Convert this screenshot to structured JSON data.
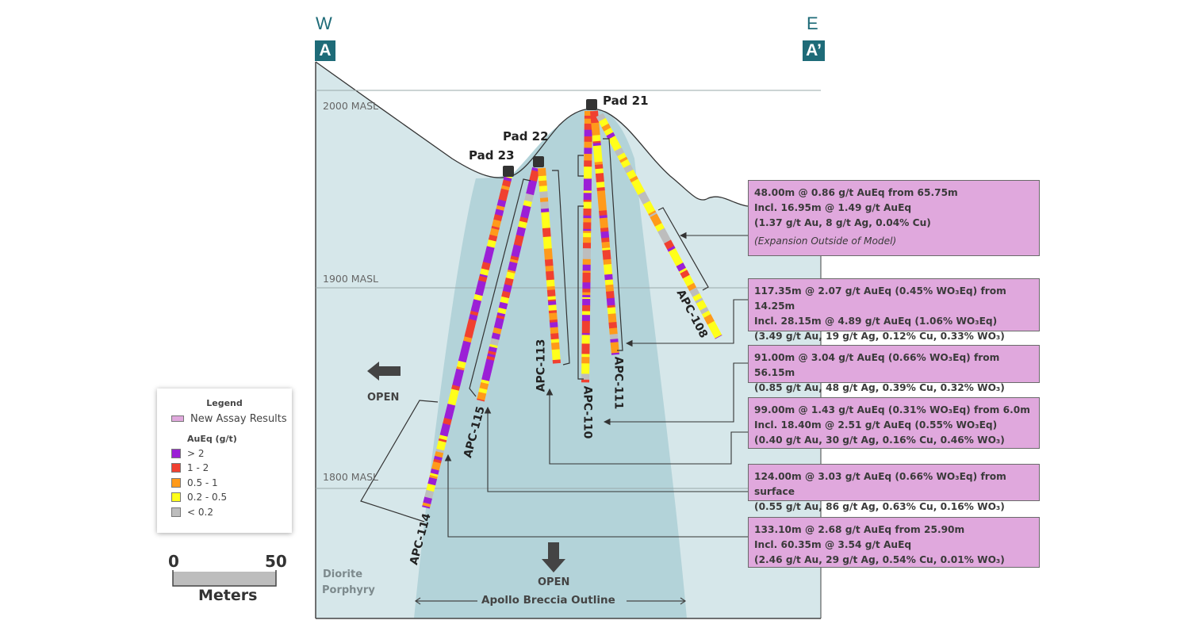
{
  "compass": {
    "west": "W",
    "east": "E",
    "section_start": "A",
    "section_end": "A’"
  },
  "elevations": [
    "2000 MASL",
    "1900 MASL",
    "1800 MASL"
  ],
  "pads": [
    "Pad 21",
    "Pad 22",
    "Pad 23"
  ],
  "holes": [
    "APC-114",
    "APC-115",
    "APC-113",
    "APC-110",
    "APC-111",
    "APC-108"
  ],
  "open_labels": {
    "west": "OPEN",
    "down": "OPEN"
  },
  "rock_label": {
    "line1": "Diorite",
    "line2": "Porphyry"
  },
  "breccia_label": "Apollo Breccia Outline",
  "callouts": [
    {
      "hole": "APC-108",
      "lines": [
        "48.00m @ 0.86 g/t AuEq from 65.75m",
        "Incl. 16.95m @ 1.49 g/t AuEq",
        "(1.37 g/t Au, 8 g/t Ag, 0.04% Cu)"
      ],
      "note": "(Expansion Outside of Model)"
    },
    {
      "hole": "APC-111",
      "lines": [
        "117.35m @ 2.07 g/t AuEq (0.45% WO₃Eq) from 14.25m",
        "Incl. 28.15m @ 4.89 g/t AuEq (1.06% WO₃Eq)",
        "(3.49 g/t Au, 19 g/t Ag, 0.12% Cu, 0.33% WO₃)"
      ]
    },
    {
      "hole": "APC-110",
      "lines": [
        "91.00m @ 3.04 g/t AuEq (0.66% WO₃Eq) from 56.15m",
        "(0.85 g/t Au, 48 g/t Ag, 0.39% Cu, 0.32% WO₃)"
      ]
    },
    {
      "hole": "APC-113",
      "lines": [
        "99.00m @ 1.43 g/t AuEq (0.31% WO₃Eq) from 6.0m",
        "Incl. 18.40m @ 2.51 g/t AuEq (0.55% WO₃Eq)",
        "(0.40 g/t Au, 30 g/t Ag, 0.16% Cu, 0.46% WO₃)"
      ]
    },
    {
      "hole": "APC-115",
      "lines": [
        "124.00m @ 3.03 g/t AuEq (0.66% WO₃Eq) from surface",
        "(0.55 g/t Au, 86 g/t Ag, 0.63% Cu, 0.16% WO₃)"
      ]
    },
    {
      "hole": "APC-114",
      "lines": [
        "133.10m @ 2.68 g/t AuEq from 25.90m",
        "Incl. 60.35m @ 3.54 g/t AuEq",
        "(2.46 g/t Au, 29 g/t Ag, 0.54% Cu, 0.01% WO₃)"
      ]
    }
  ],
  "legend": {
    "title": "Legend",
    "new_assay": "New Assay Results",
    "new_assay_color": "#e0a8dd",
    "grade_title": "AuEq (g/t)",
    "grades": [
      {
        "label": "> 2",
        "color": "#9b1fd6"
      },
      {
        "label": "1 - 2",
        "color": "#f04030"
      },
      {
        "label": "0.5 - 1",
        "color": "#ff9a1a"
      },
      {
        "label": "0.2 - 0.5",
        "color": "#ffff1a"
      },
      {
        "label": "< 0.2",
        "color": "#bdbdbd"
      }
    ]
  },
  "scale": {
    "start": "0",
    "end": "50",
    "unit": "Meters"
  },
  "colors": {
    "accent": "#1e6b78",
    "host_rock": "#d6e7ea",
    "breccia": "#b3d3d9"
  }
}
